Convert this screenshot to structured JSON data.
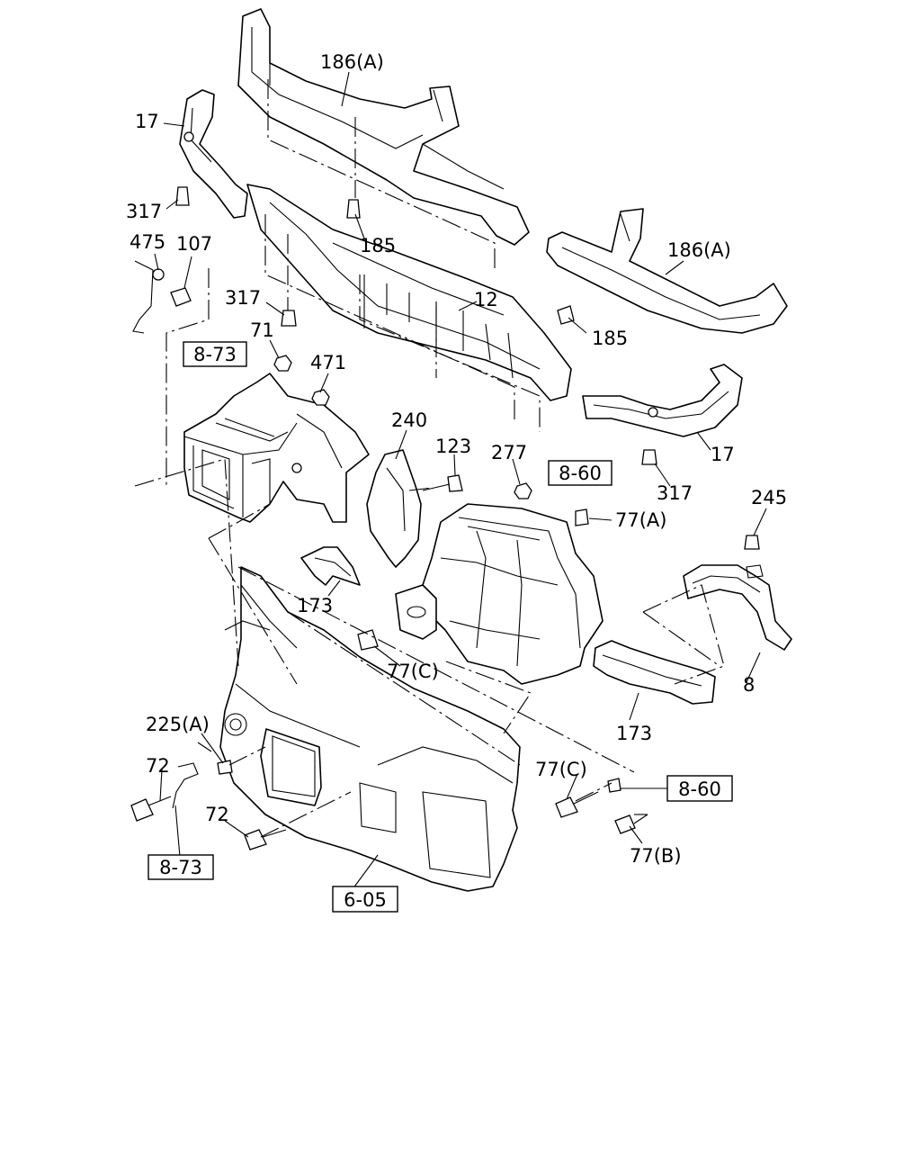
{
  "callouts": {
    "c186a_top": "186(A)",
    "c17_left": "17",
    "c317_a": "317",
    "c185_a": "185",
    "c475": "475",
    "c107": "107",
    "c186a_right": "186(A)",
    "c317_b": "317",
    "c12": "12",
    "c185_b": "185",
    "c71": "71",
    "c471": "471",
    "c240": "240",
    "c123": "123",
    "c277": "277",
    "c77a": "77(A)",
    "c17_right": "17",
    "c317_c": "317",
    "c245": "245",
    "c173_a": "173",
    "c77c_a": "77(C)",
    "c8": "8",
    "c173_b": "173",
    "c225a": "225(A)",
    "c72_a": "72",
    "c72_b": "72",
    "c77c_b": "77(C)",
    "c77b": "77(B)"
  },
  "refs": {
    "r873_top": "8-73",
    "r860_top": "8-60",
    "r860_bottom": "8-60",
    "r873_bottom": "8-73",
    "r605": "6-05"
  }
}
